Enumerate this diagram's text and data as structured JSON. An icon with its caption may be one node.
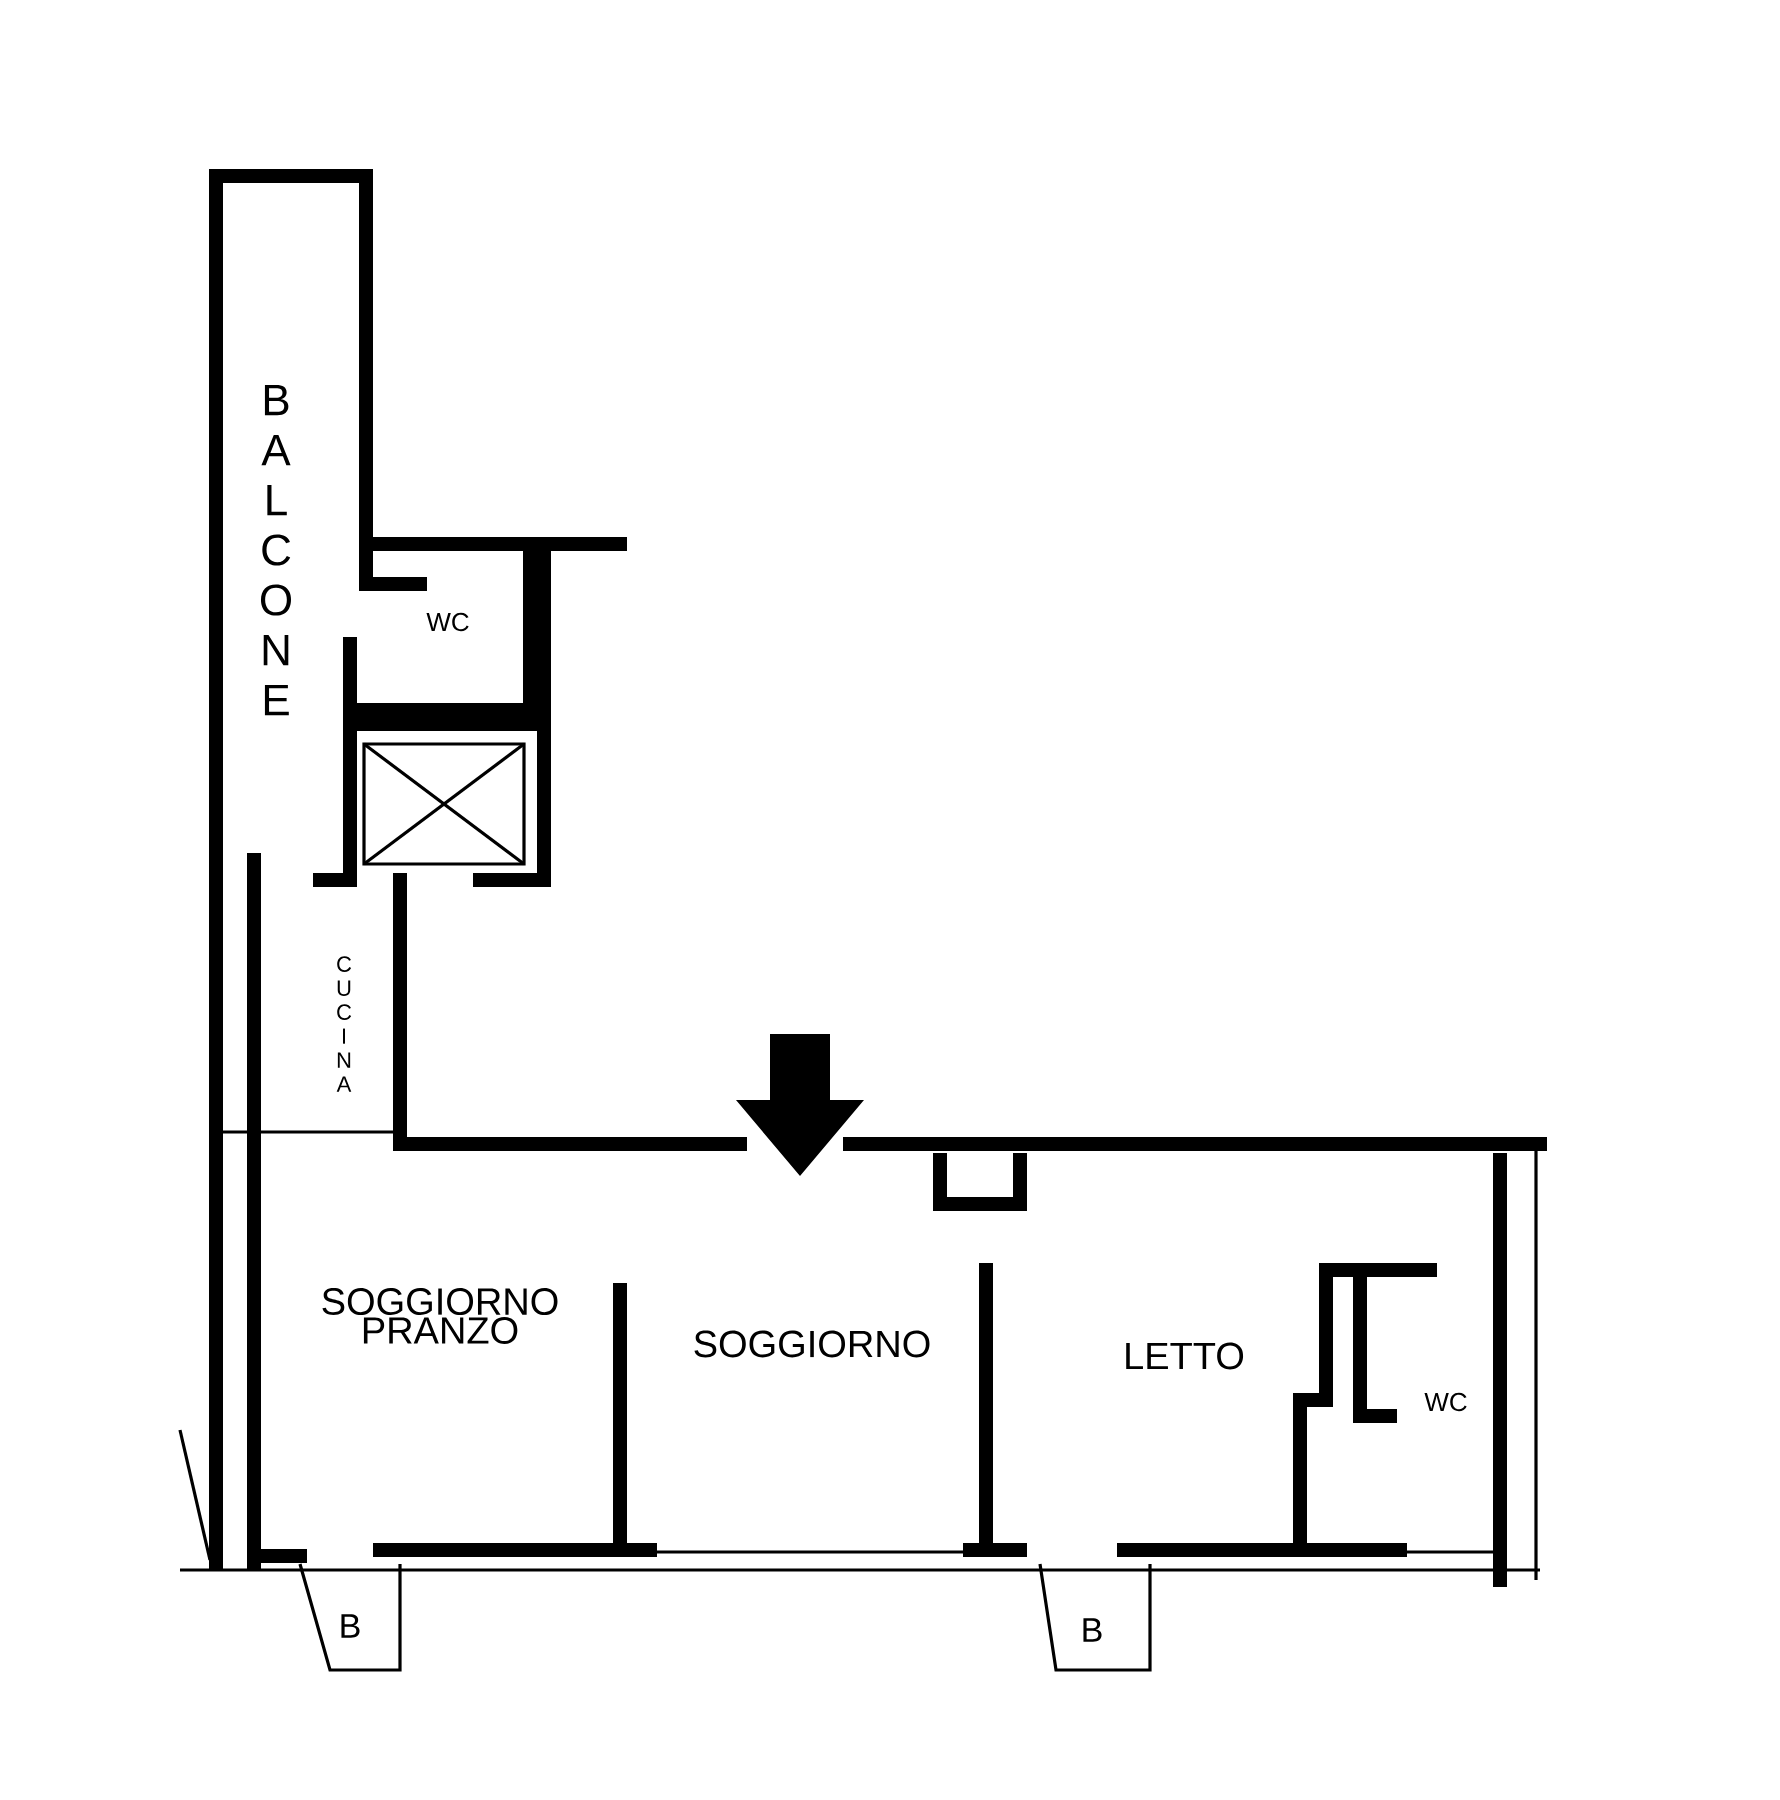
{
  "diagram": {
    "labels": [
      "BALCONE",
      "WC",
      "CUCINA",
      "SOGGIORNO PRANZO",
      "SOGGIORNO",
      "LETTO",
      "WC",
      "B",
      "B"
    ]
  }
}
